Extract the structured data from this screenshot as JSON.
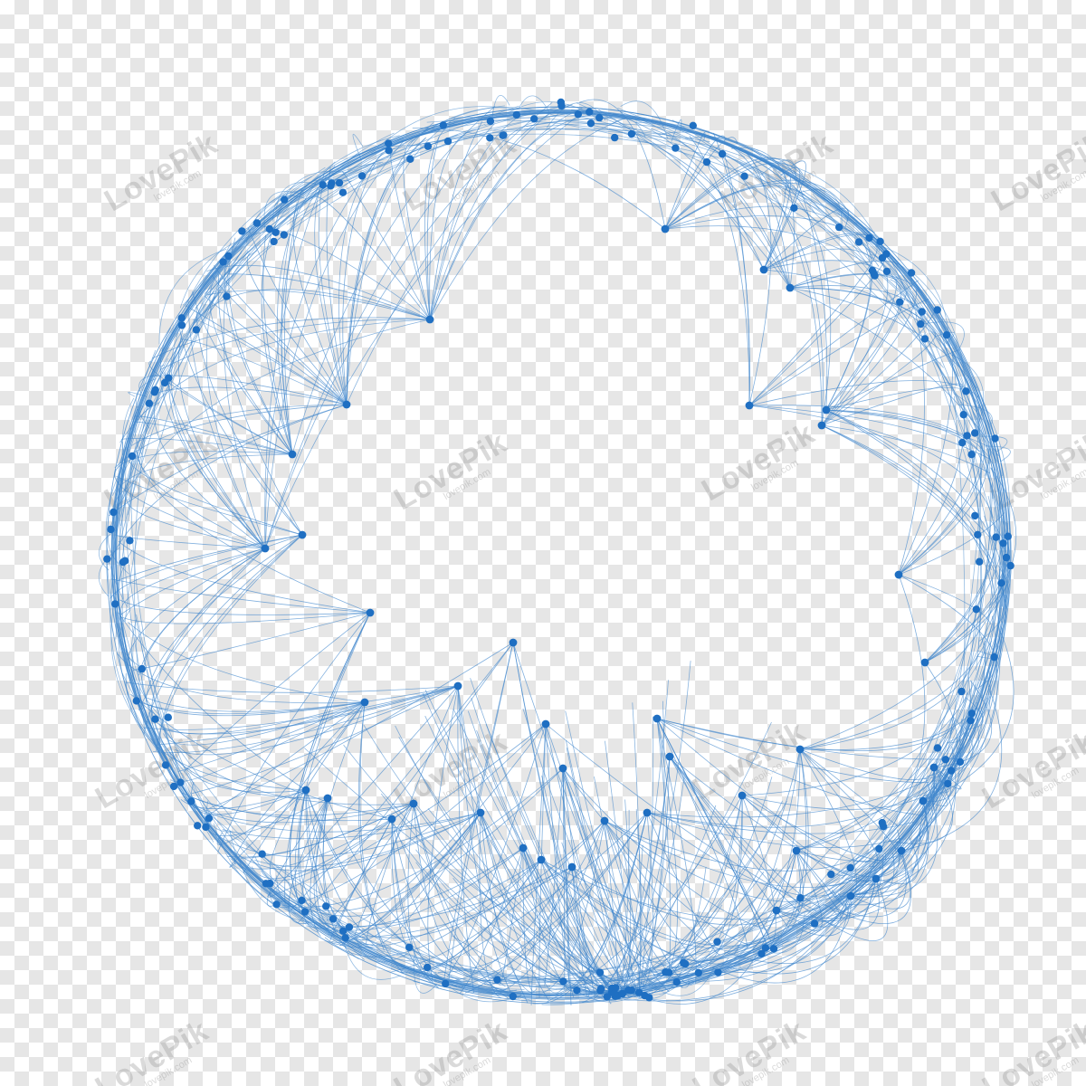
{
  "image": {
    "subject": "network-globe",
    "accent_color": "#1f6fc2",
    "line_color": "#3f86cc",
    "background": "transparent-checkerboard"
  },
  "watermark": {
    "brand": "LovePik",
    "url": "lovepik.com"
  }
}
